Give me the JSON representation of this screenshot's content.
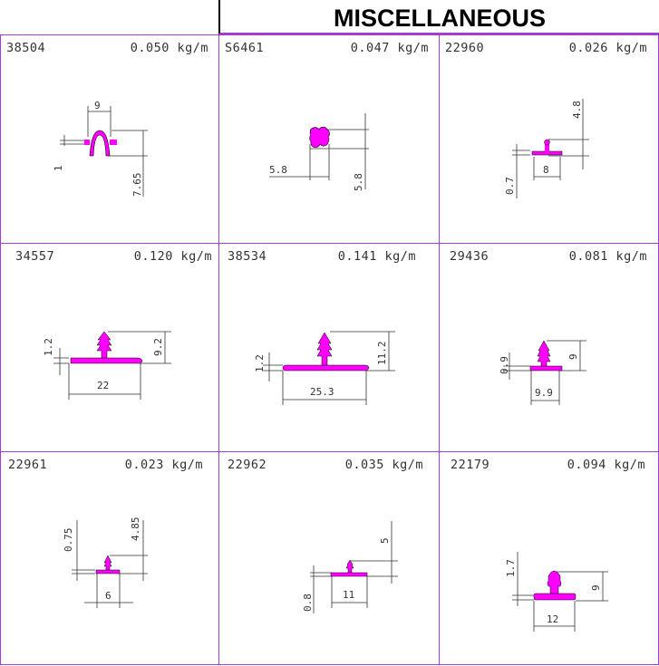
{
  "title": "MISCELLANEOUS",
  "colors": {
    "profile": "#ff00ff",
    "border": "#a23bd8",
    "dimension_line": "#333333"
  },
  "profiles": [
    {
      "code": "38504",
      "weight": "0.050 kg/m",
      "dims": [
        "9",
        "1",
        "7.65"
      ]
    },
    {
      "code": "S6461",
      "weight": "0.047 kg/m",
      "dims": [
        "5.8",
        "5.8"
      ]
    },
    {
      "code": "22960",
      "weight": "0.026 kg/m",
      "dims": [
        "4.8",
        "8",
        "0.7"
      ]
    },
    {
      "code": "34557",
      "weight": "0.120 kg/m",
      "dims": [
        "1.2",
        "9.2",
        "22"
      ]
    },
    {
      "code": "38534",
      "weight": "0.141 kg/m",
      "dims": [
        "1.2",
        "11.2",
        "25.3"
      ]
    },
    {
      "code": "29436",
      "weight": "0.081 kg/m",
      "dims": [
        "0.9",
        "9",
        "9.9"
      ]
    },
    {
      "code": "22961",
      "weight": "0.023 kg/m",
      "dims": [
        "0.75",
        "4.85",
        "6"
      ]
    },
    {
      "code": "22962",
      "weight": "0.035 kg/m",
      "dims": [
        "5",
        "0.8",
        "11"
      ]
    },
    {
      "code": "22179",
      "weight": "0.094 kg/m",
      "dims": [
        "1.7",
        "9",
        "12"
      ]
    }
  ]
}
